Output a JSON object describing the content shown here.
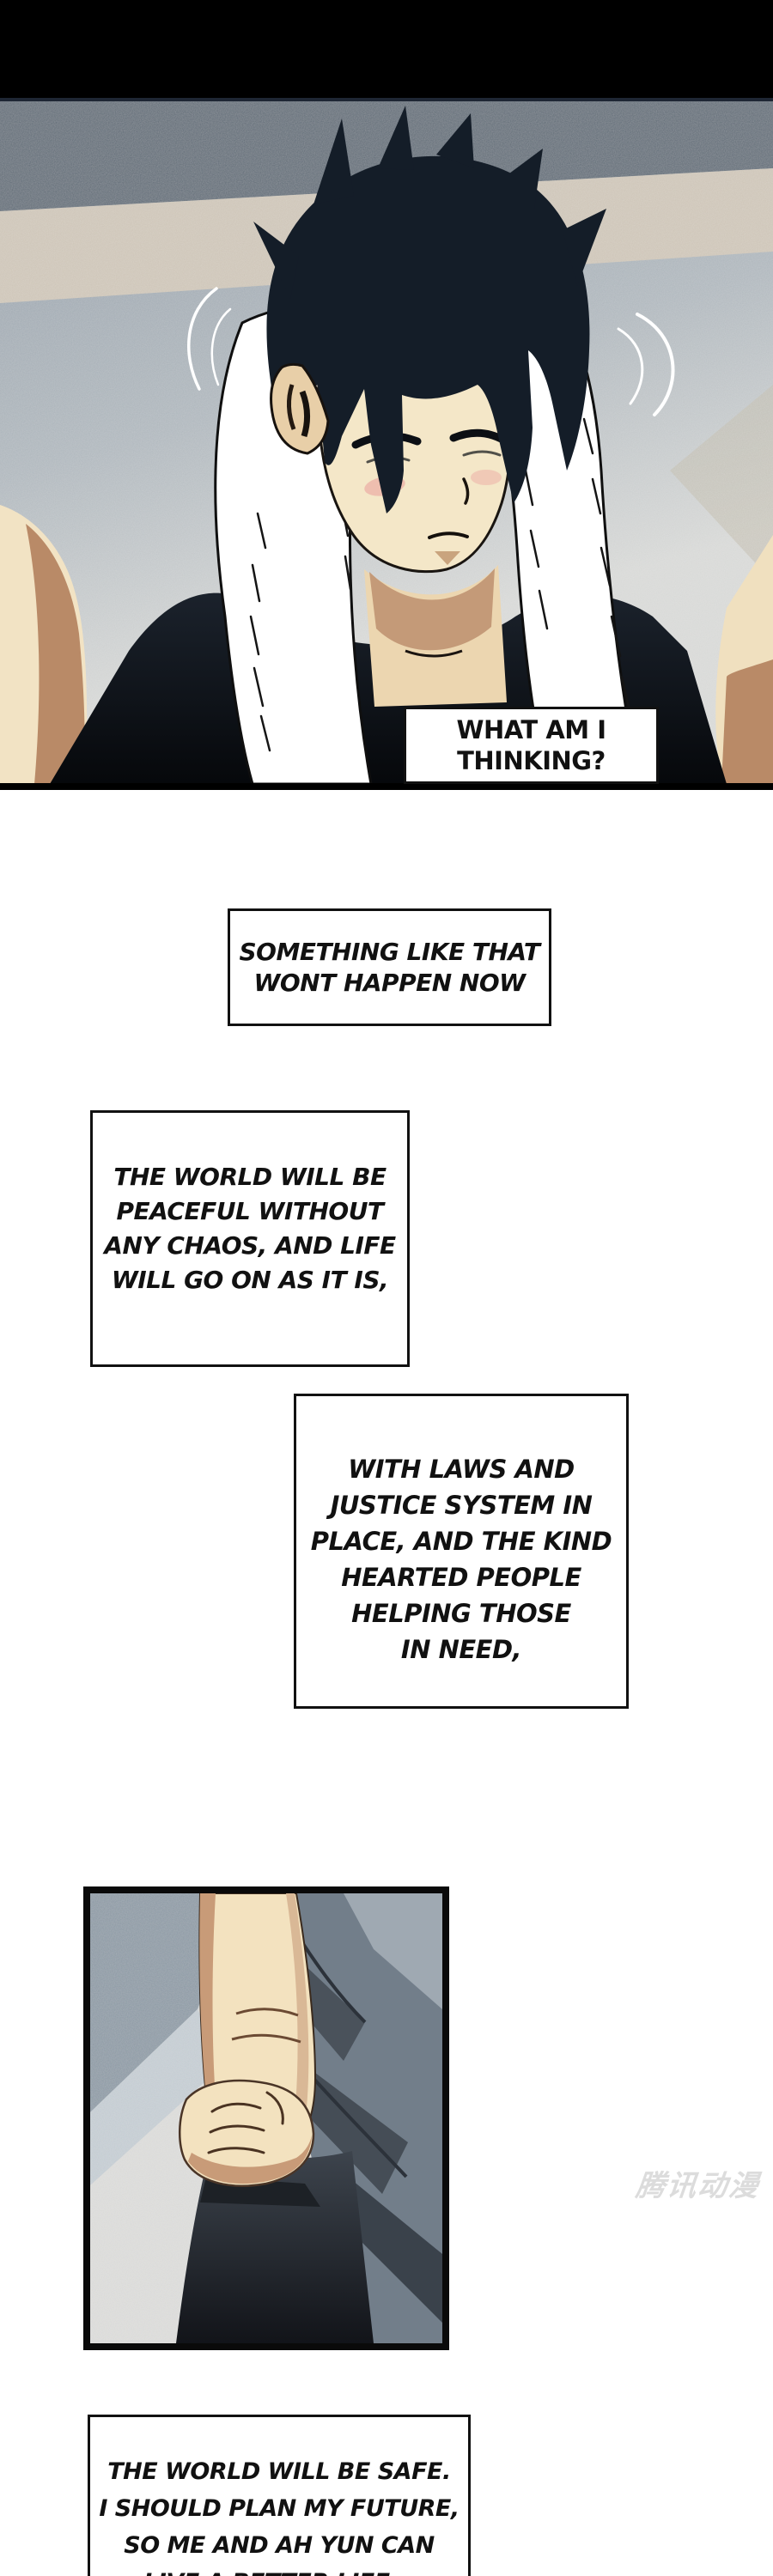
{
  "page": {
    "type": "webtoon-comic-page",
    "background": "#ffffff",
    "top_bar_color": "#000000"
  },
  "panel1": {
    "description": "Young man with spiky black hair, eyes closed looking down, white towel draped around his neck, black tank top, grainy gray stadium background with white sigh marks",
    "colors": {
      "hair": "#141d28",
      "skin_light": "#f4e7c8",
      "skin_shadow": "#c49a78",
      "arm_shadow": "#b98a67",
      "towel": "#ffffff",
      "tank_top": "#0a0d12",
      "bg_band_dark": "#5c6874",
      "bg_band_beige": "#cdc4b6",
      "bg_mid": "#8e99a4",
      "bg_light": "#d7d8d6",
      "blush": "#ecb6aa"
    }
  },
  "panel2": {
    "description": "Close-up of a clenched fist gripping gray trousers, light grainy background",
    "colors": {
      "skin": "#f3e2bf",
      "skin_shadow": "#c89b78",
      "pants_light": "#9fa9b2",
      "pants_mid": "#727e8a",
      "pants_dark": "#3a424b",
      "leg_dark": "#121419",
      "bg": "#dadad8",
      "bg_band": "#8b98a3"
    }
  },
  "bubbles": [
    {
      "id": "bubble-1",
      "lines": [
        "WHAT AM I",
        "THINKING?"
      ]
    },
    {
      "id": "bubble-2",
      "lines": [
        "SOMETHING LIKE THAT",
        "WONT HAPPEN NOW"
      ]
    },
    {
      "id": "bubble-3",
      "lines": [
        "THE WORLD WILL BE",
        "PEACEFUL WITHOUT",
        "ANY CHAOS, AND LIFE",
        "WILL GO ON AS IT IS,"
      ]
    },
    {
      "id": "bubble-4",
      "lines": [
        "WITH LAWS AND",
        "JUSTICE SYSTEM IN",
        "PLACE, AND THE KIND",
        "HEARTED PEOPLE",
        "HELPING THOSE",
        "IN NEED,"
      ]
    },
    {
      "id": "bubble-5",
      "lines": [
        "THE WORLD WILL BE SAFE.",
        "I SHOULD PLAN MY FUTURE,",
        "SO ME AND AH YUN CAN",
        "LIVE A BETTER LIFE..."
      ]
    }
  ],
  "watermark": {
    "text": "腾讯动漫",
    "color": "#dcdcdc"
  }
}
